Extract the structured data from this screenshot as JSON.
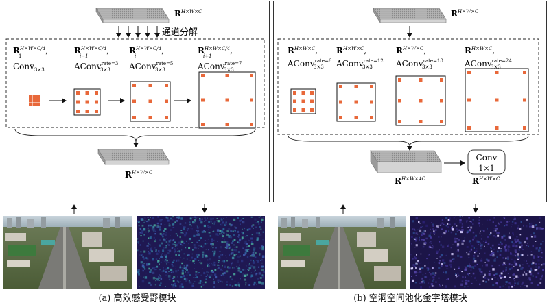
{
  "panel_a": {
    "input_label": "R",
    "input_sup": "H×W×C",
    "split_label": "通道分解",
    "branches": [
      {
        "base": "R",
        "sub": "1",
        "sup": "H×W×C/4",
        "op": "Conv",
        "op_sub": "3×3",
        "op_sup": ""
      },
      {
        "base": "R",
        "sub": "i−1",
        "sup": "H×W×C/4",
        "op": "AConv",
        "op_sub": "3×3",
        "op_sup": "rate=3"
      },
      {
        "base": "R",
        "sub": "i",
        "sup": "H×W×C/4",
        "op": "AConv",
        "op_sub": "3×3",
        "op_sup": "rate=5"
      },
      {
        "base": "R",
        "sub": "i+1",
        "sup": "H×W×C/4",
        "op": "AConv",
        "op_sub": "3×3",
        "op_sup": "rate=7"
      }
    ],
    "output_label": "R",
    "output_sup": "H×W×C",
    "caption": "(a) 高效感受野模块"
  },
  "panel_b": {
    "input_label": "R",
    "input_sup": "H×W×C",
    "branches": [
      {
        "base": "R",
        "sup": "H×W×C",
        "op": "AConv",
        "op_sub": "3×3",
        "op_sup": "rate=6"
      },
      {
        "base": "R",
        "sup": "H×W×C",
        "op": "AConv",
        "op_sub": "3×3",
        "op_sup": "rate=12"
      },
      {
        "base": "R",
        "sup": "H×W×C",
        "op": "AConv",
        "op_sub": "3×3",
        "op_sup": "rate=18"
      },
      {
        "base": "R",
        "sup": "H×W×C",
        "op": "AConv",
        "op_sub": "3×3",
        "op_sup": "rate=24"
      }
    ],
    "concat_label": "R",
    "concat_sup": "H×W×4C",
    "conv_line1": "Conv",
    "conv_line2": "1×1",
    "output_label": "R",
    "output_sup": "H×W×C",
    "caption": "(b) 空洞空间池化金字塔模块"
  },
  "colors": {
    "kernel": "#e8683a",
    "tensor_top": "#b8b8b8",
    "tensor_front": "#d9d9d9",
    "tensor_side": "#8c8c8c",
    "feature_map": "#1d1650"
  }
}
